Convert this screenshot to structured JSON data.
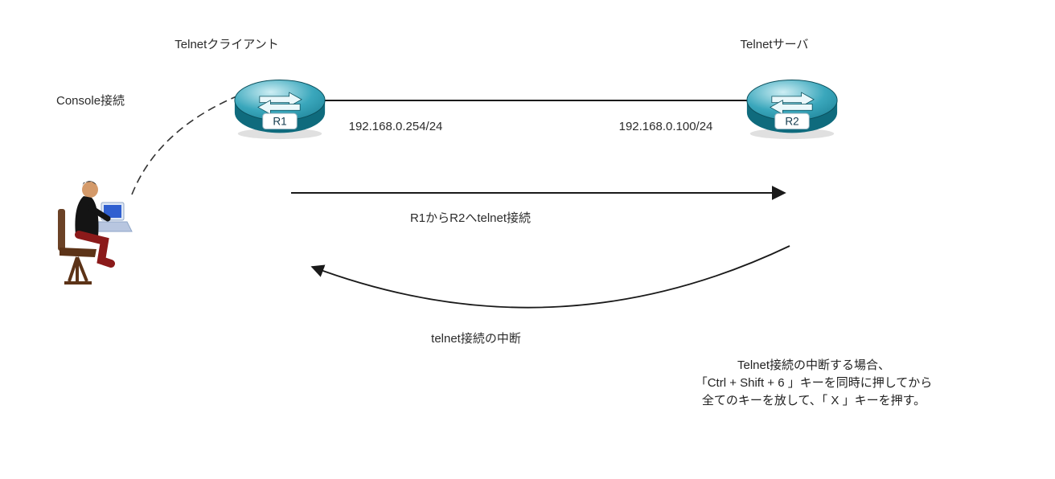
{
  "diagram": {
    "client_title": "Telnetクライアント",
    "server_title": "Telnetサーバ",
    "router1_label": "R1",
    "router2_label": "R2",
    "console_label": "Console接続",
    "ip_left": "192.168.0.254/24",
    "ip_right": "192.168.0.100/24",
    "telnet_arrow_label": "R1からR2へtelnet接続",
    "interrupt_arrow_label": "telnet接続の中断",
    "note": {
      "line1": "Telnet接続の中断する場合、",
      "line2": "「Ctrl + Shift + 6 」キーを同時に押してから",
      "line3": "全てのキーを放して、「 X 」キーを押す。"
    },
    "colors": {
      "router_teal": "#2e99ad",
      "line": "#1a1a1a",
      "text": "#2b2b2b"
    }
  }
}
